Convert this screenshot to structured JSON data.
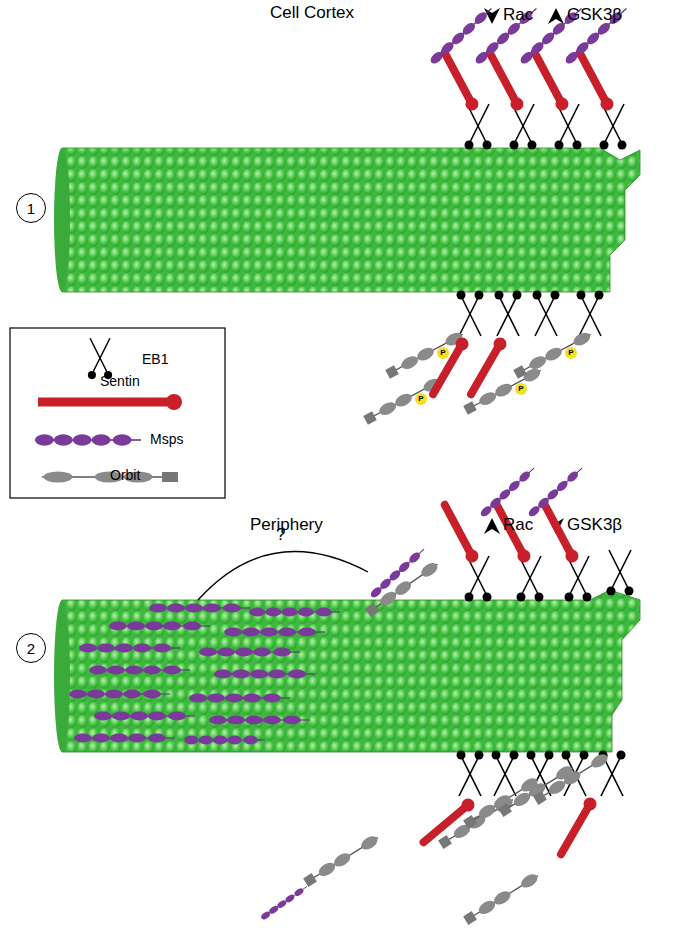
{
  "diagram": {
    "nodes": [
      {
        "text": [
          "1"
        ]
      },
      {
        "text": [
          "2"
        ]
      }
    ],
    "labels": [
      "Cell Cortex",
      "Rac",
      "GSK3β",
      "P",
      "P",
      "P",
      "P",
      "Periphery",
      "Rac",
      "GSK3β",
      "?"
    ],
    "legend": [
      {
        "text": "EB1"
      },
      {
        "text": "Sentin"
      },
      {
        "text": "Msps"
      },
      {
        "text": "Orbit"
      }
    ]
  }
}
